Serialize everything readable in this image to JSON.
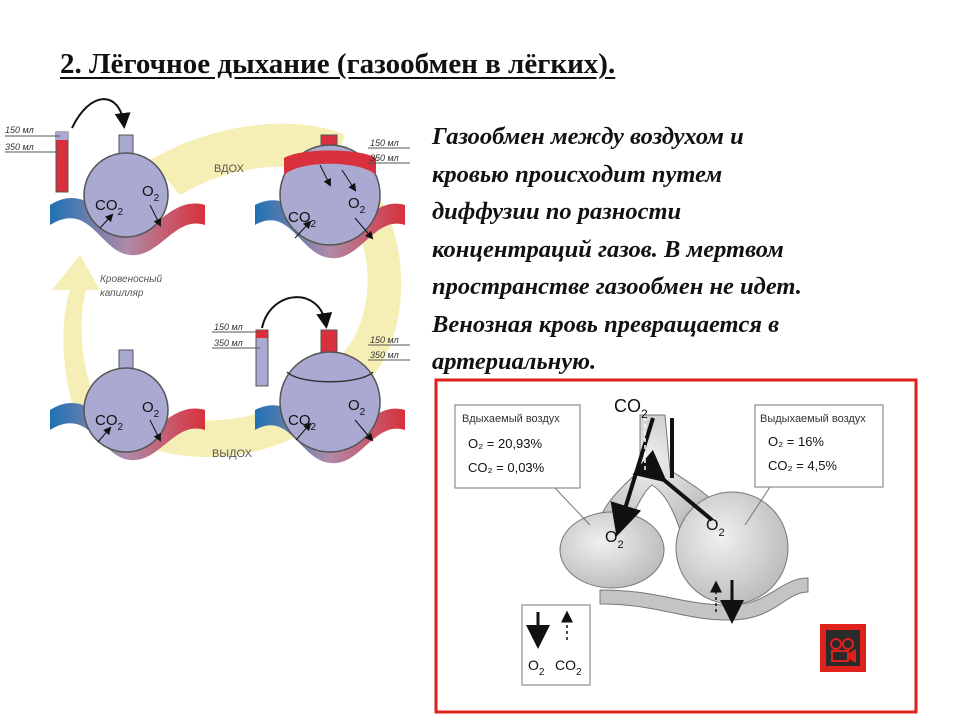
{
  "title": "2. Лёгочное дыхание (газообмен в лёгких).",
  "paragraph": [
    "Газообмен между воздухом и",
    "кровью происходит путем",
    "диффузии по разности",
    "концентраций газов. В мертвом",
    "пространстве газообмен не идет.",
    "Венозная кровь превращается в",
    "артериальную."
  ],
  "left_diagram": {
    "vol_150": "150 мл",
    "vol_350": "350 мл",
    "inhale": "ВДОХ",
    "exhale": "ВЫДОХ",
    "capillary_1": "Кровеносный",
    "capillary_2": "капилляр",
    "co2": "CO",
    "o2": "O",
    "sub2": "2"
  },
  "right_diagram": {
    "co2_top": "CO",
    "inhaled_title": "Вдыхаемый воздух",
    "inhaled_o2": "O₂ = 20,93%",
    "inhaled_co2": "CO₂ = 0,03%",
    "exhaled_title": "Выдыхаемый воздух",
    "exhaled_o2": "O₂ = 16%",
    "exhaled_co2": "CO₂ = 4,5%",
    "o2": "O",
    "sub2": "2",
    "legend_o2": "O",
    "legend_co2": "CO",
    "video_icon": "camera-icon"
  },
  "colors": {
    "alveolus": "#a9a9d1",
    "vein": "#1f72b4",
    "artery": "#d8303c",
    "flow_arrow": "#f6efb5",
    "frame": "#e0201a"
  }
}
